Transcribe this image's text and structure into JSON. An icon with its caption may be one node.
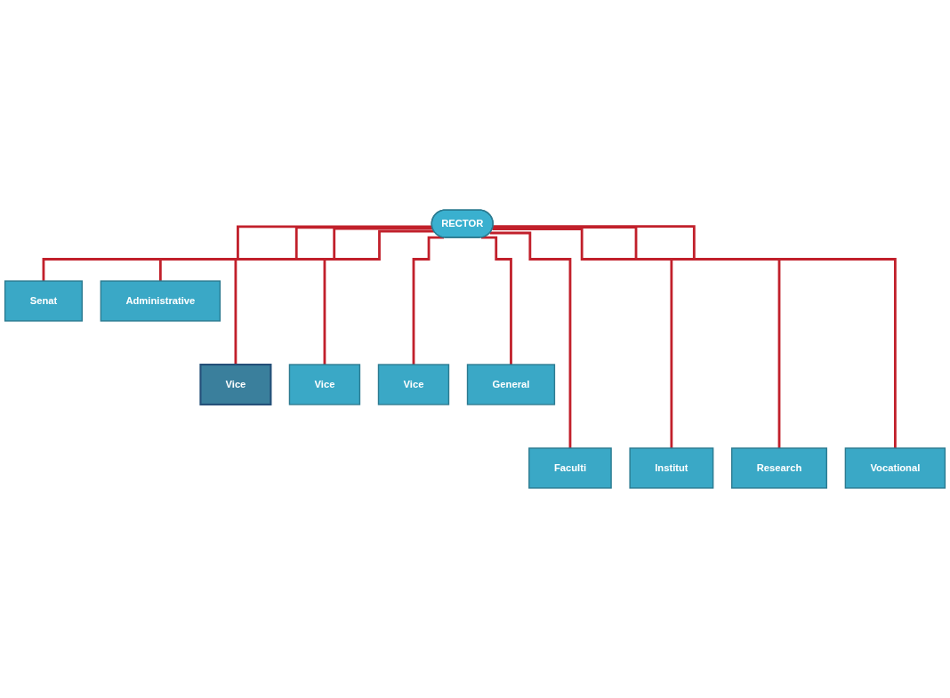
{
  "diagram": {
    "nodes": [
      {
        "text": [
          "RECTOR"
        ]
      },
      {
        "text": [
          "Senat"
        ]
      },
      {
        "text": [
          "Administrative"
        ]
      },
      {
        "text": [
          "Vice"
        ]
      },
      {
        "text": [
          "Vice"
        ]
      },
      {
        "text": [
          "Vice"
        ]
      },
      {
        "text": [
          "General"
        ]
      },
      {
        "text": [
          "Faculti"
        ]
      },
      {
        "text": [
          "Institut"
        ]
      },
      {
        "text": [
          "Research"
        ]
      },
      {
        "text": [
          "Vocational"
        ]
      }
    ],
    "edges": [
      {
        "from": 0,
        "to": 1,
        "arrow": "none"
      },
      {
        "from": 0,
        "to": 2,
        "arrow": "none"
      },
      {
        "from": 0,
        "to": 3,
        "arrow": "none"
      },
      {
        "from": 0,
        "to": 4,
        "arrow": "none"
      },
      {
        "from": 0,
        "to": 5,
        "arrow": "none"
      },
      {
        "from": 0,
        "to": 6,
        "arrow": "none"
      },
      {
        "from": 0,
        "to": 7,
        "arrow": "none"
      },
      {
        "from": 0,
        "to": 8,
        "arrow": "none"
      },
      {
        "from": 0,
        "to": 9,
        "arrow": "none"
      },
      {
        "from": 0,
        "to": 10,
        "arrow": "none"
      }
    ]
  }
}
